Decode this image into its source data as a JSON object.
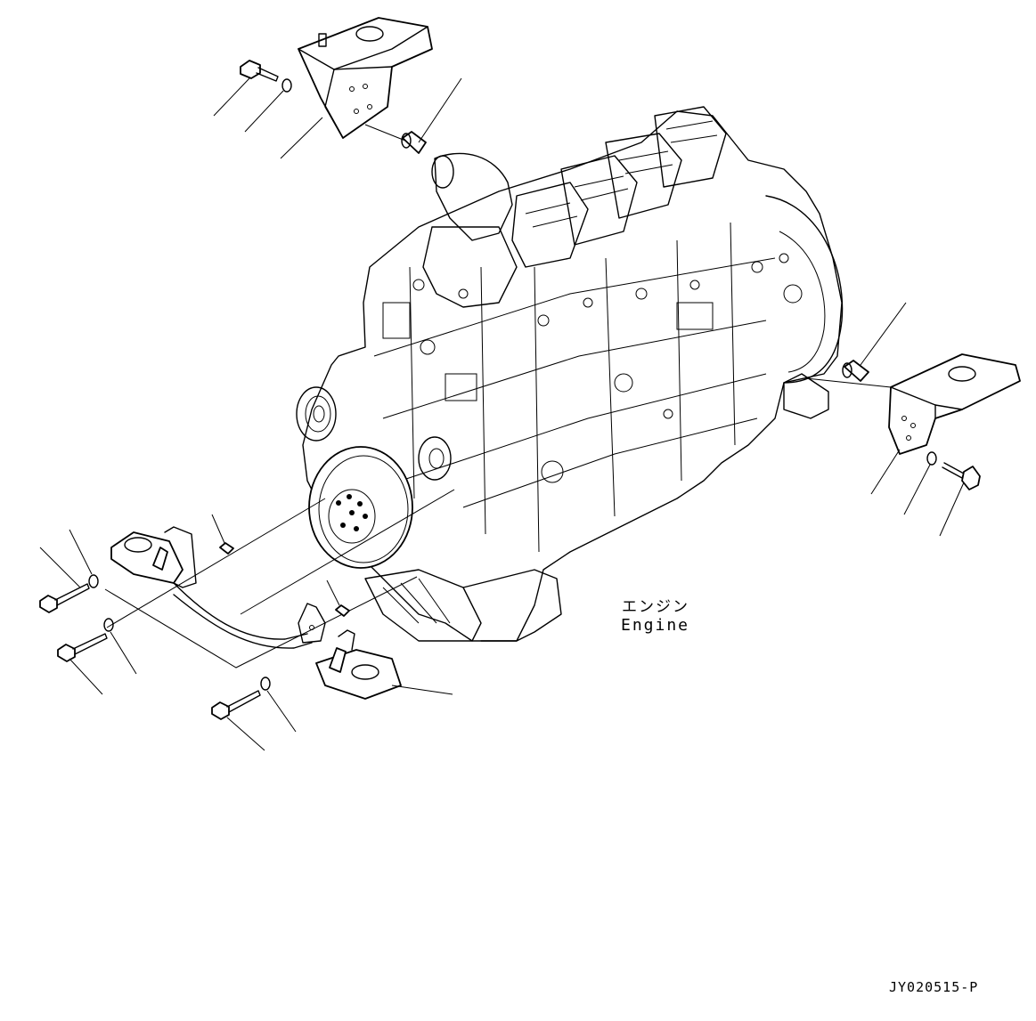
{
  "engine_label_jp": "エンジン",
  "engine_label_en": "Engine",
  "drawing_code": "JY020515-P",
  "colors": {
    "line": "#000000",
    "background": "#ffffff"
  },
  "parts": [
    {
      "name": "rear-upper-bracket",
      "icon": "bracket-icon"
    },
    {
      "name": "rear-upper-bolt",
      "icon": "bolt-icon"
    },
    {
      "name": "rear-upper-washer",
      "icon": "washer-icon"
    },
    {
      "name": "rear-upper-bushing",
      "icon": "bushing-icon"
    },
    {
      "name": "right-bracket",
      "icon": "bracket-icon"
    },
    {
      "name": "right-bushing",
      "icon": "bushing-icon"
    },
    {
      "name": "right-washer",
      "icon": "washer-icon"
    },
    {
      "name": "right-bolt",
      "icon": "bolt-icon"
    },
    {
      "name": "front-mount-bracket-assembly",
      "icon": "bracket-icon"
    },
    {
      "name": "front-mount-bolts",
      "icon": "bolt-icon"
    },
    {
      "name": "front-mount-washers",
      "icon": "washer-icon"
    },
    {
      "name": "front-mount-dowel-pins",
      "icon": "pin-icon"
    }
  ]
}
